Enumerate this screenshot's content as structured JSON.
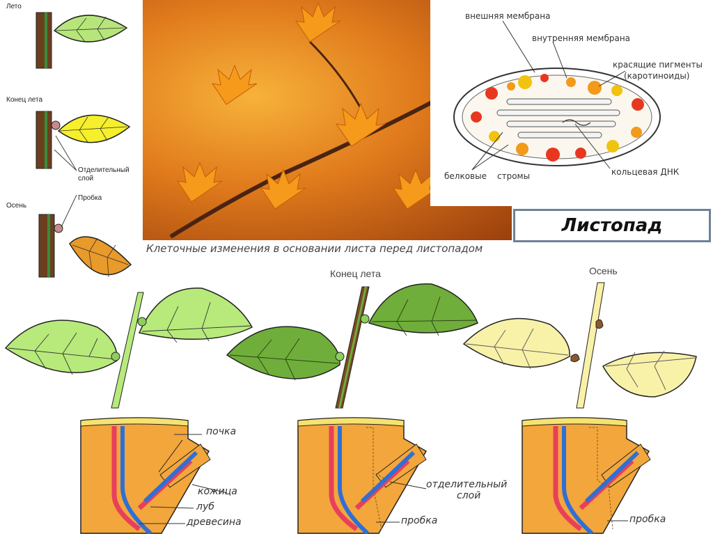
{
  "left_stages": {
    "summer": "Лето",
    "late_summer": "Конец лета",
    "autumn": "Осень",
    "separation_layer": "Отделительный слой",
    "separation_layer_line1": "Отделительный",
    "separation_layer_line2": "слой",
    "cork": "Пробка"
  },
  "plastid": {
    "outer_membrane": "внешняя мембрана",
    "inner_membrane": "внутренняя мембрана",
    "pigments_line1": "красящие пигменты",
    "pigments_line2": "(каротиноиды)",
    "protein_label": "белковые",
    "stroma_label": "стромы",
    "ring_dna": "кольцевая ДНК"
  },
  "title": "Листопад",
  "caption": "Клеточные изменения в основании листа перед листопадом",
  "stage_labels": {
    "late_summer": "Конец лета",
    "autumn": "Осень"
  },
  "section_labels": {
    "bud": "почка",
    "epidermis": "кожица",
    "bast": "луб",
    "wood": "древесина",
    "separation_line1": "отделительный",
    "separation_line2": "слой",
    "cork_1": "пробка",
    "cork_2": "пробка"
  },
  "colors": {
    "summer_leaf": "#b7ea7a",
    "late_summer_leaf": "#6fae3a",
    "autumn_leaf": "#f8f1a8",
    "tissue": "#f2a63c",
    "phloem": "#e8405a",
    "xylem": "#2f6fd6",
    "frame_border": "#6d8196"
  }
}
